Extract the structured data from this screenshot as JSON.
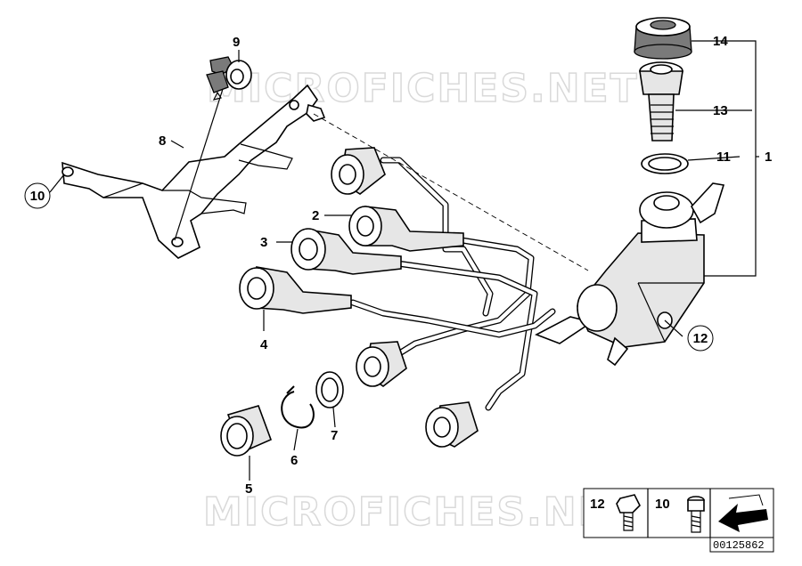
{
  "watermark": "MICROFICHES.NET",
  "diagram_number": "00125862",
  "callouts": {
    "c1": "1",
    "c2": "2",
    "c3": "3",
    "c4": "4",
    "c5": "5",
    "c6": "6",
    "c7": "7",
    "c8": "8",
    "c9": "9",
    "c10": "10",
    "c11": "11",
    "c12": "12",
    "c13": "13",
    "c14": "14"
  },
  "legend": {
    "item_a": "12",
    "item_b": "10"
  }
}
